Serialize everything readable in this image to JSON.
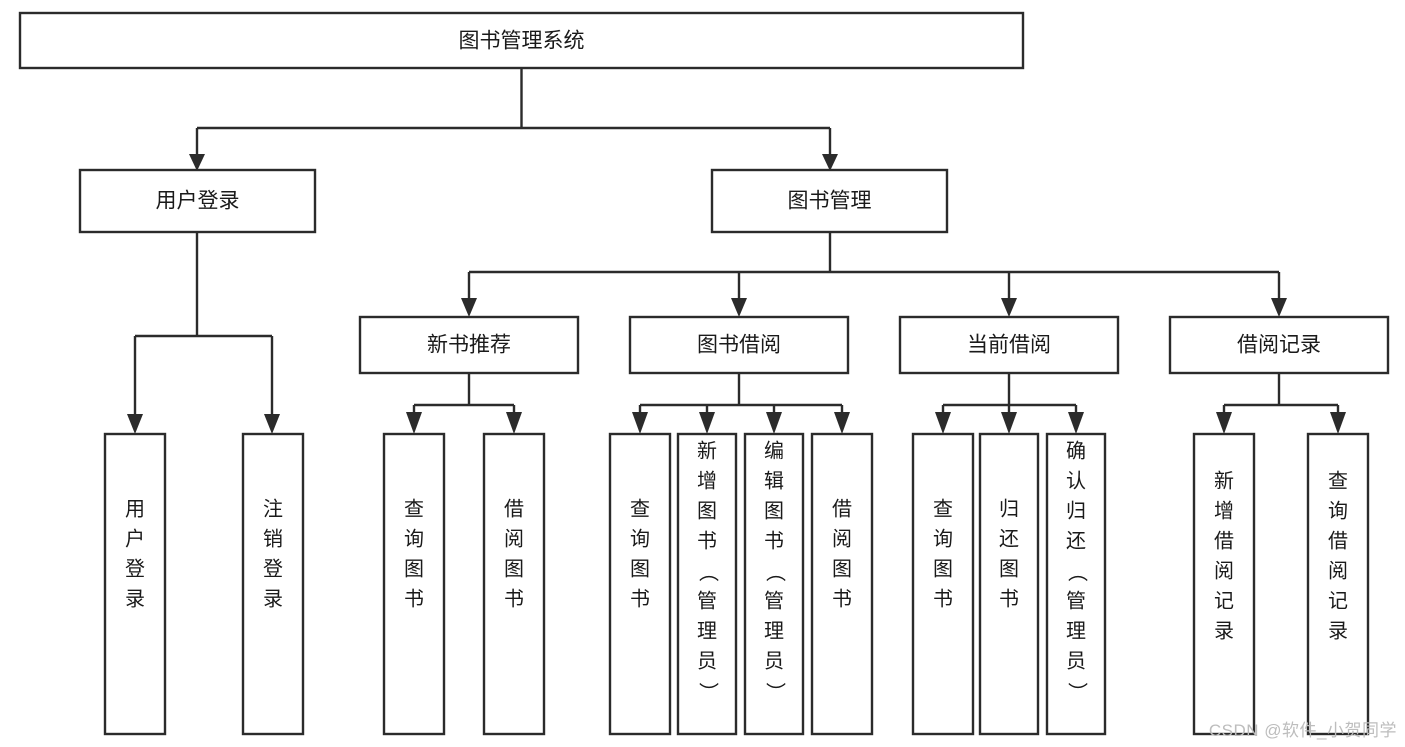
{
  "diagram": {
    "type": "tree",
    "title": "图书管理系统",
    "watermark": "CSDN @软件_小贺同学",
    "colors": {
      "stroke": "#2b2b2b",
      "fill": "#ffffff",
      "text": "#1a1a1a",
      "watermark": "#bdbdbd",
      "background": "#ffffff"
    },
    "levels": {
      "root": {
        "label": "图书管理系统"
      },
      "level2": [
        {
          "label": "用户登录"
        },
        {
          "label": "图书管理"
        }
      ],
      "level3": [
        {
          "label": "新书推荐"
        },
        {
          "label": "图书借阅"
        },
        {
          "label": "当前借阅"
        },
        {
          "label": "借阅记录"
        }
      ]
    },
    "leaves": {
      "user_login": [
        {
          "label": "用户登录"
        },
        {
          "label": "注销登录"
        }
      ],
      "new_book_recommend": [
        {
          "label": "查询图书"
        },
        {
          "label": "借阅图书"
        }
      ],
      "book_borrow": [
        {
          "label": "查询图书"
        },
        {
          "label": "新增图书（管理员）"
        },
        {
          "label": "编辑图书（管理员）"
        },
        {
          "label": "借阅图书"
        }
      ],
      "current_borrow": [
        {
          "label": "查询图书"
        },
        {
          "label": "归还图书"
        },
        {
          "label": "确认归还（管理员）"
        }
      ],
      "borrow_record": [
        {
          "label": "新增借阅记录"
        },
        {
          "label": "查询借阅记录"
        }
      ]
    }
  }
}
